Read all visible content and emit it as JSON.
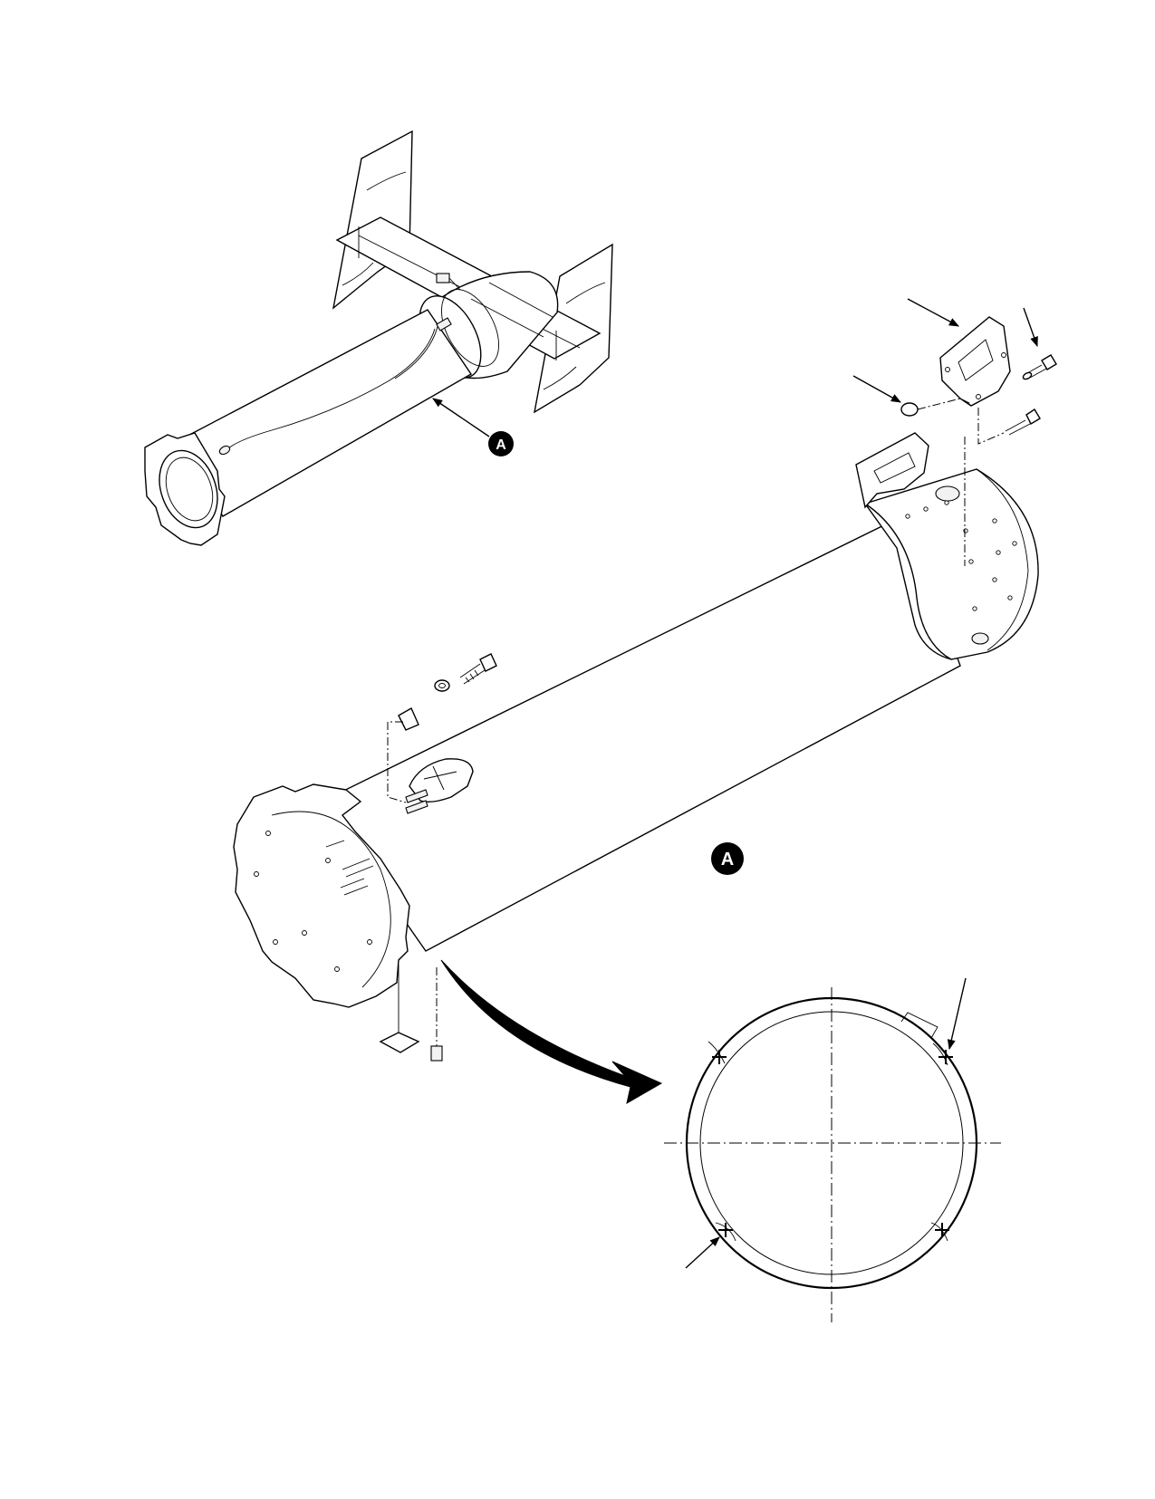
{
  "diagram": {
    "callouts": [
      {
        "id": "callout-a-top",
        "label": "A"
      },
      {
        "id": "callout-a-main",
        "label": "A"
      }
    ]
  }
}
